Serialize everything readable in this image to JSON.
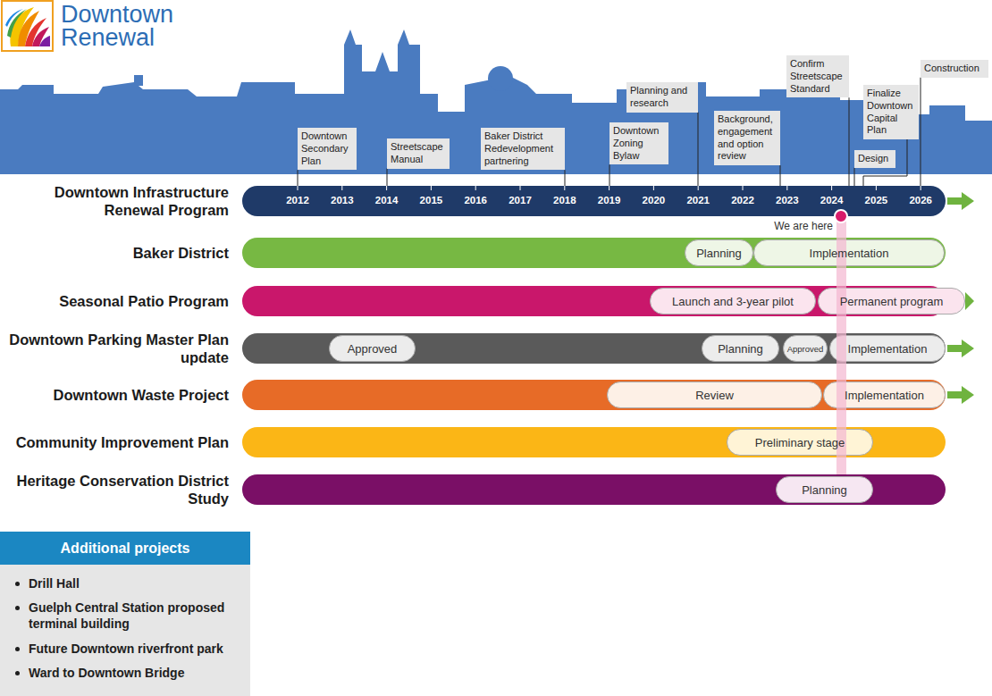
{
  "diagram": {
    "title": "Downtown Renewal",
    "nodes": [
      {
        "text": [
          "Downtown Secondary Plan"
        ]
      },
      {
        "text": [
          "Streetscape Manual"
        ]
      },
      {
        "text": [
          "Baker District Redevelopment partnering"
        ]
      },
      {
        "text": [
          "Downtown Zoning Bylaw"
        ]
      },
      {
        "text": [
          "Planning and research"
        ]
      },
      {
        "text": [
          "Background, engagement and option review"
        ]
      },
      {
        "text": [
          "Confirm Streetscape Standard"
        ]
      },
      {
        "text": [
          "Design"
        ]
      },
      {
        "text": [
          "Finalize Downtown Capital Plan"
        ]
      },
      {
        "text": [
          "Construction"
        ]
      },
      {
        "text": [
          "Downtown Infrastructure Renewal Program"
        ]
      },
      {
        "text": [
          "Baker District"
        ]
      },
      {
        "text": [
          "Planning"
        ],
        "in": 11
      },
      {
        "text": [
          "Implementation"
        ],
        "in": 11
      },
      {
        "text": [
          "Seasonal Patio Program"
        ]
      },
      {
        "text": [
          "Launch and 3-year pilot"
        ],
        "in": 14
      },
      {
        "text": [
          "Permanent program"
        ],
        "in": 14
      },
      {
        "text": [
          "Downtown Parking Master Plan update"
        ]
      },
      {
        "text": [
          "Approved"
        ],
        "in": 17
      },
      {
        "text": [
          "Planning"
        ],
        "in": 17
      },
      {
        "text": [
          "Approved"
        ],
        "in": 17
      },
      {
        "text": [
          "Implementation"
        ],
        "in": 17
      },
      {
        "text": [
          "Downtown Waste Project"
        ]
      },
      {
        "text": [
          "Review"
        ],
        "in": 22
      },
      {
        "text": [
          "Implementation"
        ],
        "in": 22
      },
      {
        "text": [
          "Community Improvement Plan"
        ]
      },
      {
        "text": [
          "Preliminary stage"
        ],
        "in": 25
      },
      {
        "text": [
          "Heritage Conservation District Study"
        ]
      },
      {
        "text": [
          "Planning"
        ],
        "in": 27
      },
      {
        "text": [
          "Additional projects",
          "Drill Hall",
          "Guelph Central Station proposed terminal building",
          "Future Downtown riverfront park",
          "Ward to Downtown Bridge"
        ]
      }
    ],
    "edges": [
      {
        "from": 0,
        "to": 10,
        "arrow": "none"
      },
      {
        "from": 1,
        "to": 10,
        "arrow": "none"
      },
      {
        "from": 2,
        "to": 10,
        "arrow": "none"
      },
      {
        "from": 3,
        "to": 10,
        "arrow": "none"
      },
      {
        "from": 4,
        "to": 10,
        "arrow": "none"
      },
      {
        "from": 5,
        "to": 10,
        "arrow": "none"
      },
      {
        "from": 6,
        "to": 10,
        "arrow": "none"
      },
      {
        "from": 7,
        "to": 10,
        "arrow": "none"
      },
      {
        "from": 8,
        "to": 10,
        "arrow": "none"
      },
      {
        "from": 9,
        "to": 10,
        "arrow": "none"
      }
    ],
    "labels": [
      "2012",
      "2013",
      "2014",
      "2015",
      "2016",
      "2017",
      "2018",
      "2019",
      "2020",
      "2021",
      "2022",
      "2023",
      "2024",
      "2025",
      "2026",
      "We are here"
    ]
  }
}
